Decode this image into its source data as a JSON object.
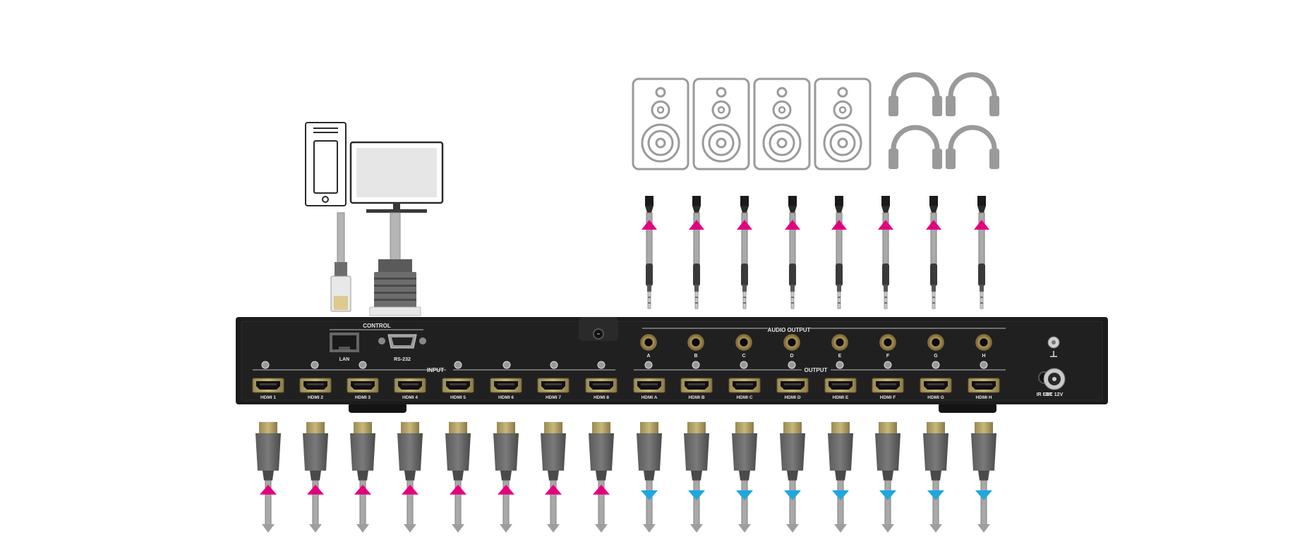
{
  "colors": {
    "background": "#ffffff",
    "chassis": "#1c1c1c",
    "panel_text": "#e6e6e6",
    "cable": "#9e9e9e",
    "input_arrow": "#e3007f",
    "output_arrow": "#1ea7e1",
    "icon_outline": "#9a9a9a"
  },
  "panel": {
    "control_label": "CONTROL",
    "lan_label": "LAN",
    "rs232_label": "RS-232",
    "audio_output_label": "AUDIO OUTPUT",
    "input_label": "INPUT",
    "output_label": "OUTPUT",
    "ir_ext_label": "IR EXT",
    "dc_label": "DC 12V",
    "audio_ports": [
      "A",
      "B",
      "C",
      "D",
      "E",
      "F",
      "G",
      "H"
    ],
    "hdmi_inputs": [
      "HDMI 1",
      "HDMI 2",
      "HDMI 3",
      "HDMI 4",
      "HDMI 5",
      "HDMI 6",
      "HDMI 7",
      "HDMI 8"
    ],
    "hdmi_outputs": [
      "HDMI A",
      "HDMI B",
      "HDMI C",
      "HDMI D",
      "HDMI E",
      "HDMI F",
      "HDMI G",
      "HDMI H"
    ]
  },
  "devices": {
    "phone_icon": "smartphone-icon",
    "monitor_icon": "monitor-icon",
    "speaker_icon": "speaker-icon",
    "headphones_icon": "headphones-icon",
    "speaker_count": 4,
    "headphones_count": 4
  },
  "cables": {
    "audio_direction": "up",
    "hdmi_input_direction": "up",
    "hdmi_output_direction": "down"
  }
}
